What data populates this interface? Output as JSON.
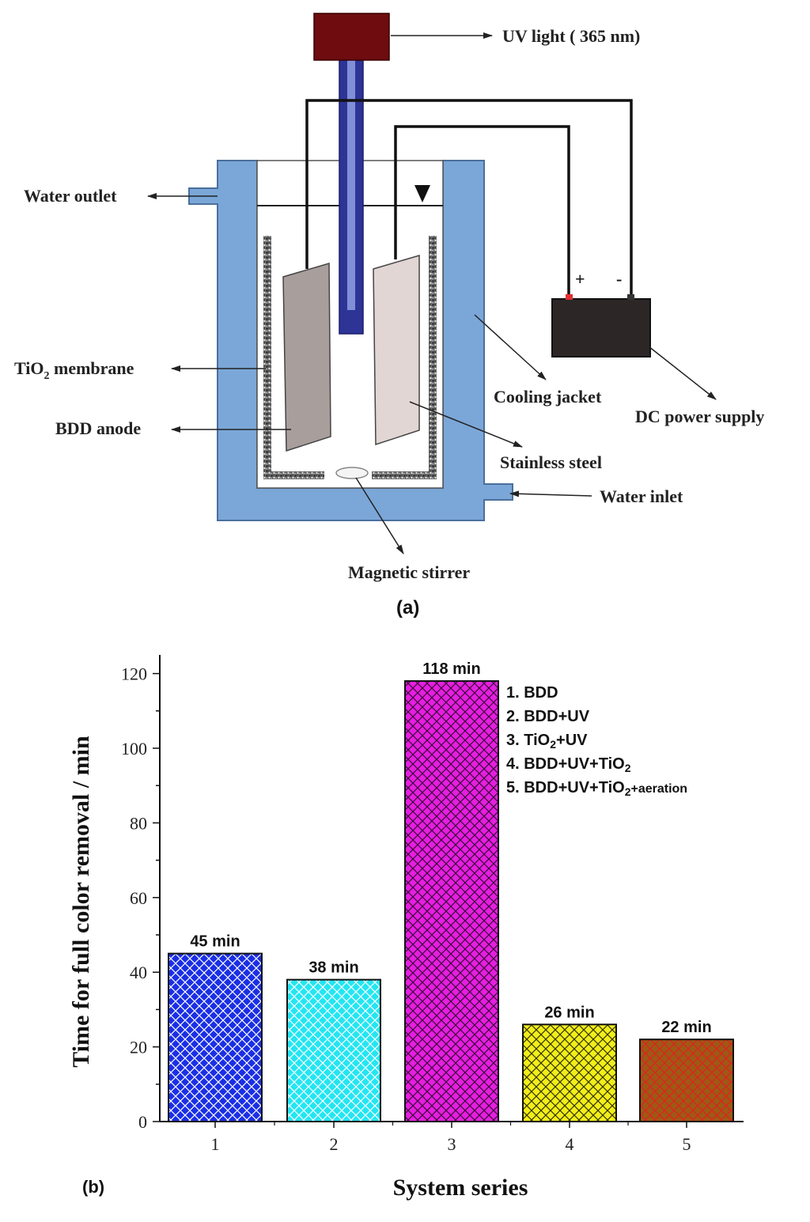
{
  "diagram": {
    "labels": {
      "uv_light": "UV light ( 365 nm)",
      "water_outlet": "Water outlet",
      "tio2_membrane": "TiO",
      "tio2_membrane_sub": "2",
      "tio2_membrane_rest": " membrane",
      "bdd_anode": "BDD anode",
      "cooling_jacket": "Cooling jacket",
      "dc_power_supply": "DC power supply",
      "stainless_steel": "Stainless steel",
      "water_inlet": "Water inlet",
      "magnetic_stirrer": "Magnetic stirrer",
      "plus": "+",
      "minus": "-"
    },
    "panel_label": "(a)"
  },
  "chart_data": {
    "type": "bar",
    "panel_label": "(b)",
    "categories": [
      "1",
      "2",
      "3",
      "4",
      "5"
    ],
    "values": [
      45,
      38,
      118,
      26,
      22
    ],
    "data_labels": [
      "45 min",
      "38 min",
      "118 min",
      "26 min",
      "22 min"
    ],
    "colors": [
      "#1a2ee6",
      "#22e6f2",
      "#e61ee0",
      "#f2ee1a",
      "#9c5a14"
    ],
    "hatch_colors": [
      "#ffffff",
      "#ffffff",
      "#3a0a3a",
      "#333300",
      "#e02020"
    ],
    "xlabel": "System series",
    "ylabel": "Time for full color removal / min",
    "ylim": [
      0,
      125
    ],
    "yticks": [
      0,
      20,
      40,
      60,
      80,
      100,
      120
    ],
    "legend": {
      "placement": "top-right",
      "entries": [
        {
          "pre": "1. BDD",
          "sub": "",
          "post": ""
        },
        {
          "pre": "2. BDD+UV",
          "sub": "",
          "post": ""
        },
        {
          "pre": "3. TiO",
          "sub": "2",
          "post": "+UV"
        },
        {
          "pre": "4. BDD+UV+TiO",
          "sub": "2",
          "post": ""
        },
        {
          "pre": "5. BDD+UV+TiO",
          "sub": "2",
          "post": "+aeration"
        }
      ]
    }
  }
}
